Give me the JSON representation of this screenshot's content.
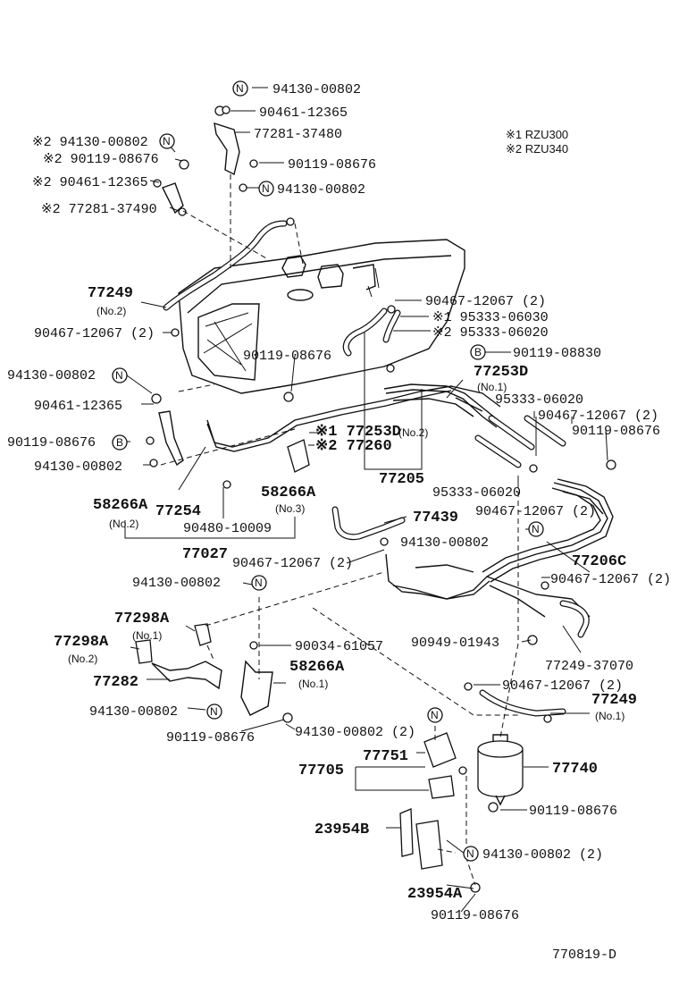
{
  "legend": [
    {
      "mark": "※1",
      "text": "RZU300"
    },
    {
      "mark": "※2",
      "text": "RZU340"
    }
  ],
  "symbols": {
    "n": "N",
    "b": "B"
  },
  "callouts": {
    "c1": "94130-00802",
    "c2": "90461-12365",
    "c3": "77281-37480",
    "c4": "90119-08676",
    "c5": "94130-00802",
    "c6": "※2 94130-00802",
    "c7": "※2 90119-08676",
    "c8": "※2 90461-12365",
    "c9": "※2 77281-37490",
    "c10": "77249",
    "c10s": "(No.2)",
    "c11": "90467-12067 (2)",
    "c12": "90467-12067 (2)",
    "c13": "※1 95333-06030",
    "c14": "※2 95333-06020",
    "c15": "90119-08830",
    "c16": "77253D",
    "c16s": "(No.1)",
    "c17": "90119-08676",
    "c18": "94130-00802",
    "c19": "90461-12365",
    "c20": "95333-06020",
    "c21": "90467-12067 (2)",
    "c22": "90119-08676",
    "c23": "90119-08676",
    "c24": "※1 77253D",
    "c24s": "(No.2)",
    "c25": "※2 77260",
    "c26": "94130-00802",
    "c27": "77205",
    "c28": "58266A",
    "c28s": "(No.2)",
    "c29": "77254",
    "c30": "58266A",
    "c30s": "(No.3)",
    "c31": "95333-06020",
    "c32": "90467-12067 (2)",
    "c33": "90480-10009",
    "c34": "77439",
    "c35": "94130-00802",
    "c36": "77206C",
    "c37": "77027",
    "c38": "90467-12067 (2)",
    "c39": "90467-12067 (2)",
    "c40": "94130-00802",
    "c41": "77298A",
    "c41s": "(No.1)",
    "c42": "77298A",
    "c42s": "(No.2)",
    "c43": "90034-61057",
    "c44": "90949-01943",
    "c45": "77249-37070",
    "c46": "58266A",
    "c46s": "(No.1)",
    "c47": "77282",
    "c48": "90467-12067 (2)",
    "c49": "77249",
    "c49s": "(No.1)",
    "c50": "94130-00802",
    "c51": "94130-00802 (2)",
    "c52": "90119-08676",
    "c53": "77751",
    "c54": "77705",
    "c55": "77740",
    "c56": "90119-08676",
    "c57": "23954B",
    "c58": "94130-00802 (2)",
    "c59": "23954A",
    "c60": "90119-08676"
  },
  "figure_code": "770819-D"
}
